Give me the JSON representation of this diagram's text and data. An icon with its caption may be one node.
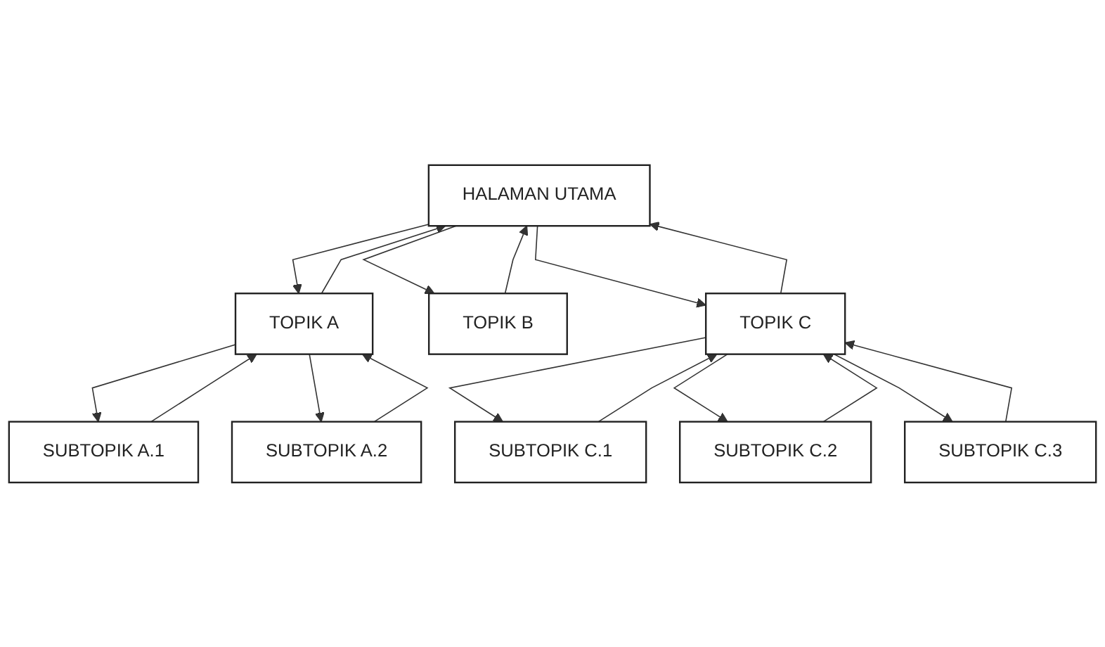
{
  "diagram": {
    "nodes": [
      {
        "text": [
          "HALAMAN UTAMA"
        ]
      },
      {
        "text": [
          "TOPIK A"
        ]
      },
      {
        "text": [
          "TOPIK B"
        ]
      },
      {
        "text": [
          "TOPIK C"
        ]
      },
      {
        "text": [
          "SUBTOPIK A.1"
        ]
      },
      {
        "text": [
          "SUBTOPIK A.2"
        ]
      },
      {
        "text": [
          "SUBTOPIK C.1"
        ]
      },
      {
        "text": [
          "SUBTOPIK C.2"
        ]
      },
      {
        "text": [
          "SUBTOPIK C.3"
        ]
      }
    ],
    "edges": [
      {
        "from": 1,
        "to": 0,
        "arrow": "to"
      },
      {
        "from": 0,
        "to": 1,
        "arrow": "to"
      },
      {
        "from": 2,
        "to": 0,
        "arrow": "to"
      },
      {
        "from": 0,
        "to": 2,
        "arrow": "to"
      },
      {
        "from": 3,
        "to": 0,
        "arrow": "to"
      },
      {
        "from": 0,
        "to": 3,
        "arrow": "to"
      },
      {
        "from": 4,
        "to": 1,
        "arrow": "to"
      },
      {
        "from": 1,
        "to": 4,
        "arrow": "to"
      },
      {
        "from": 5,
        "to": 1,
        "arrow": "to"
      },
      {
        "from": 1,
        "to": 5,
        "arrow": "to"
      },
      {
        "from": 6,
        "to": 3,
        "arrow": "to"
      },
      {
        "from": 3,
        "to": 6,
        "arrow": "to"
      },
      {
        "from": 7,
        "to": 3,
        "arrow": "to"
      },
      {
        "from": 3,
        "to": 7,
        "arrow": "to"
      },
      {
        "from": 8,
        "to": 3,
        "arrow": "to"
      },
      {
        "from": 3,
        "to": 8,
        "arrow": "to"
      }
    ]
  }
}
